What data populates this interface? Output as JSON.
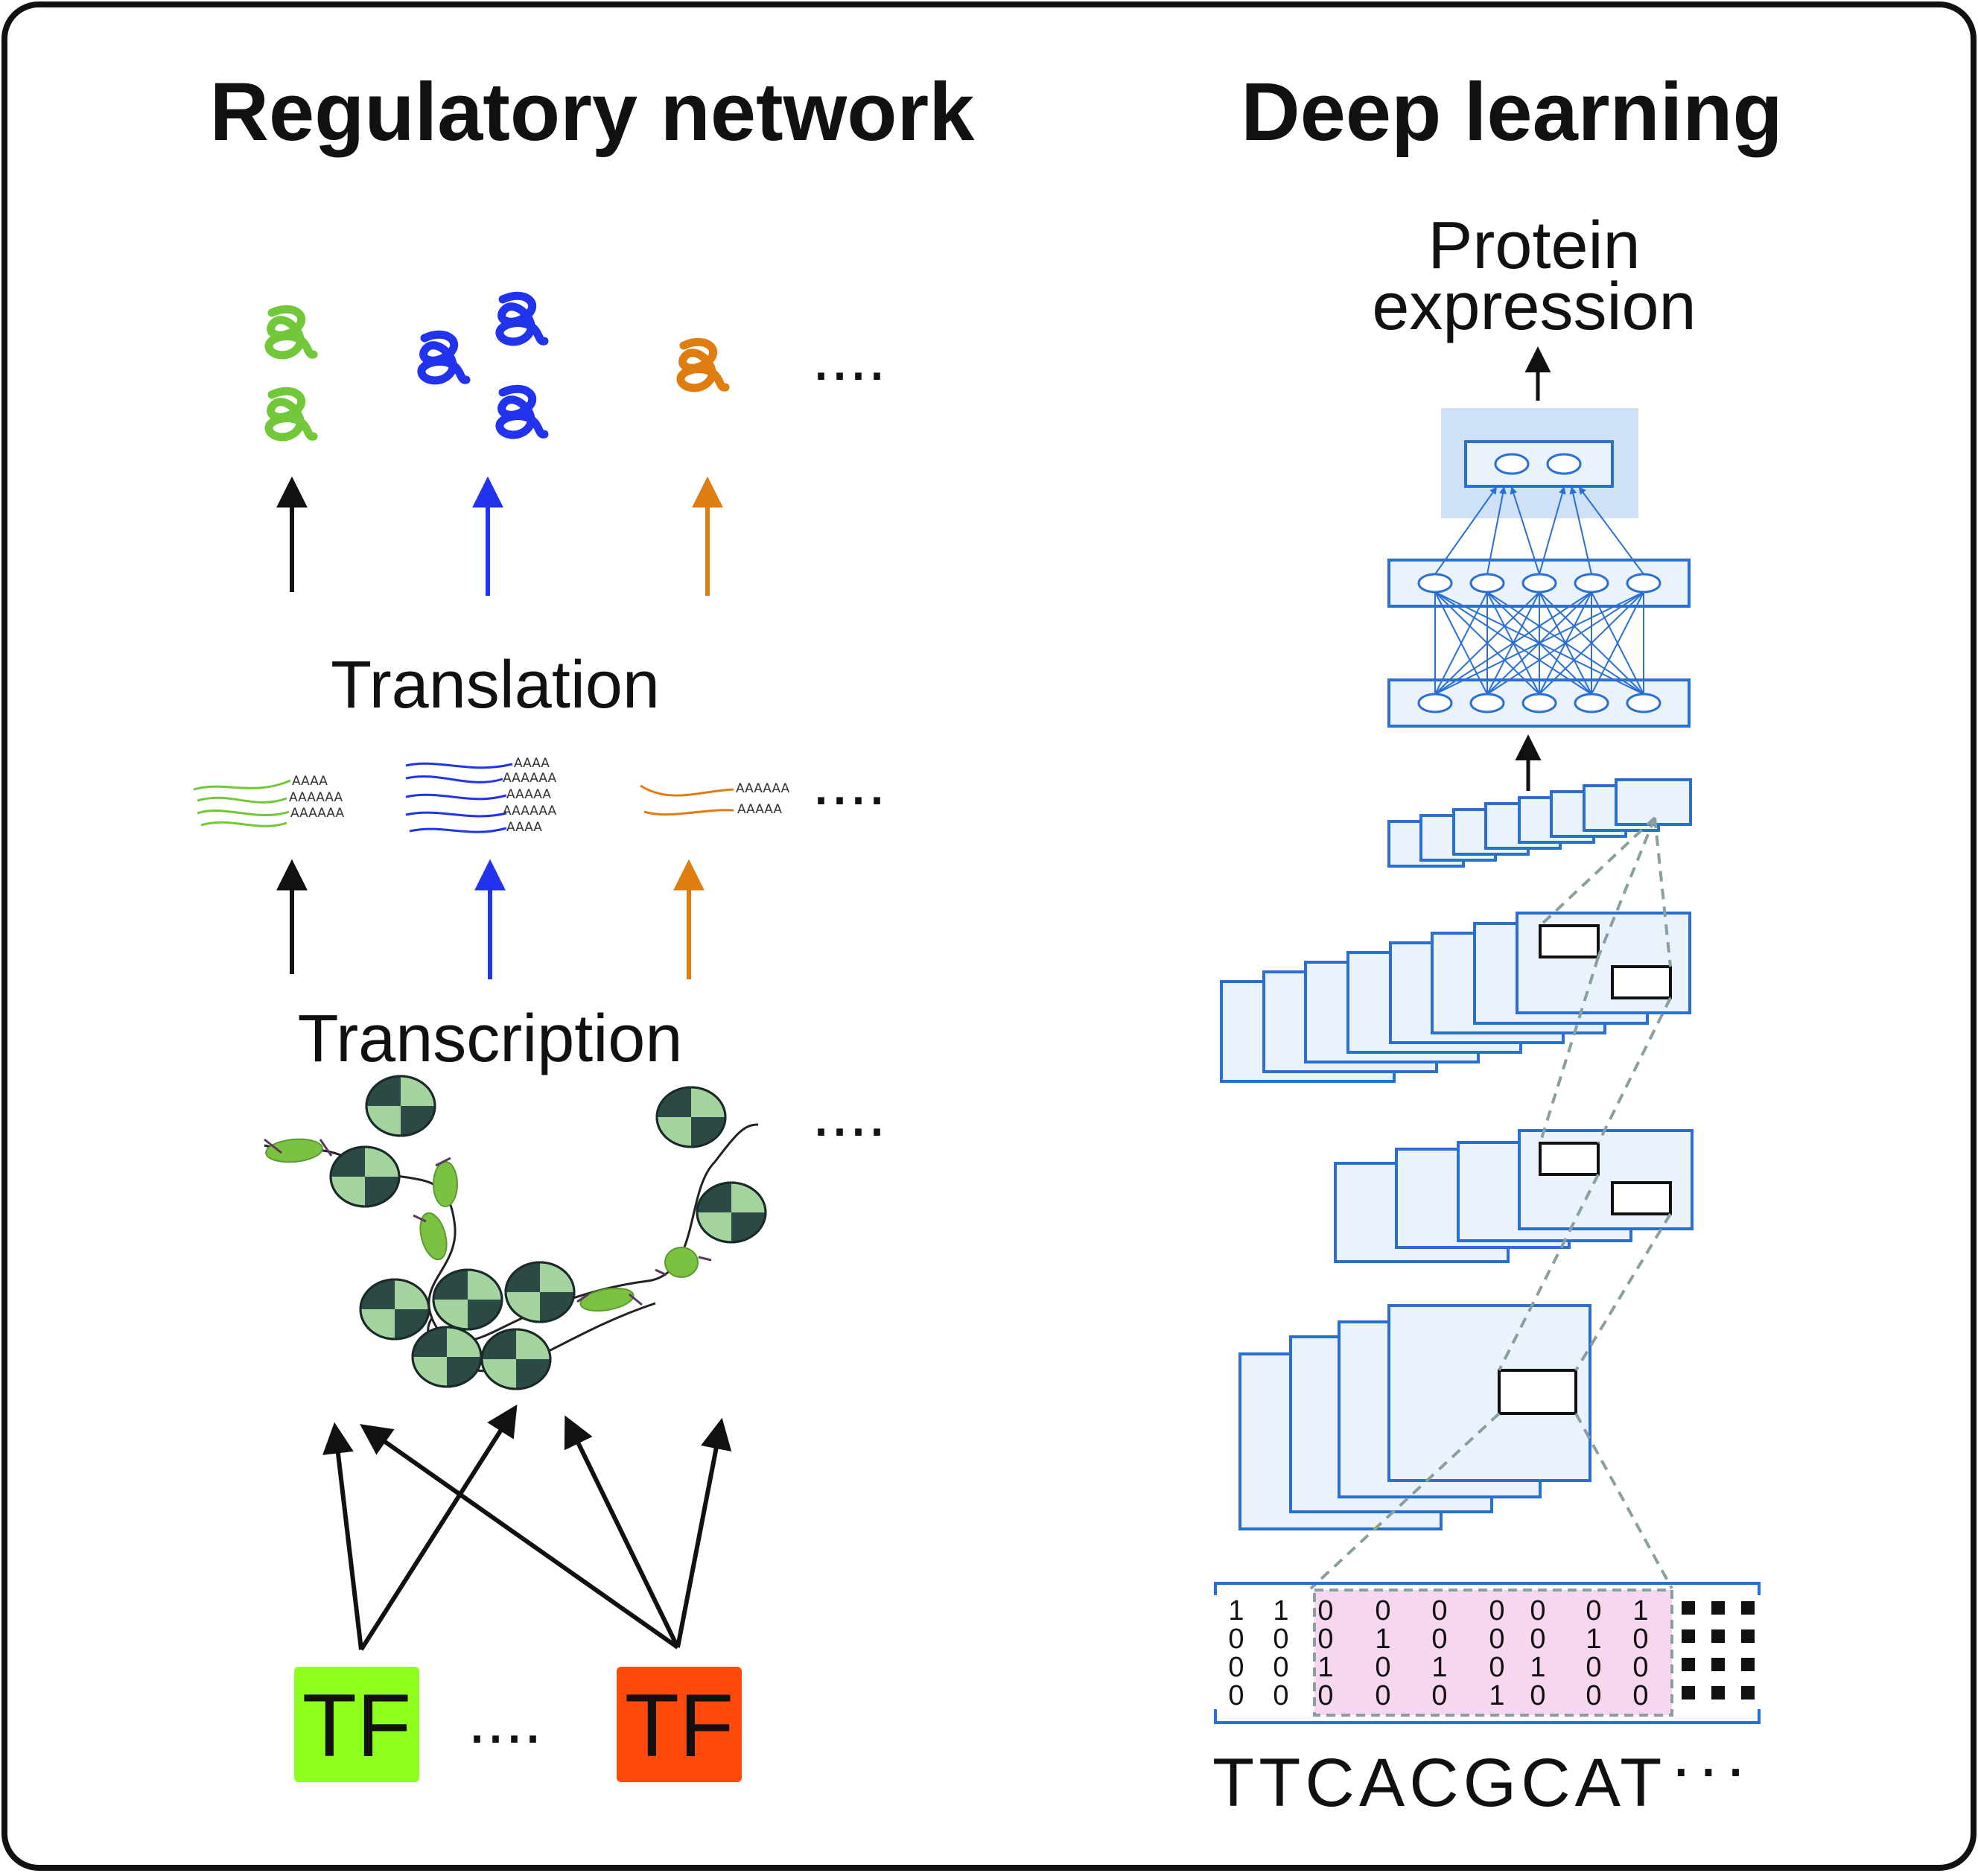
{
  "left_panel": {
    "title": "Regulatory network",
    "translation_label": "Translation",
    "transcription_label": "Transcription",
    "ellipsis": "....",
    "tf_left": "TF",
    "tf_right": "TF",
    "tf_ellipsis": "....",
    "poly_a_short": "AAAA",
    "poly_a_mid": "AAAAA",
    "poly_a_long": "AAAAAA",
    "colors": {
      "green": "#72c83a",
      "blue": "#2233ee",
      "orange": "#e07d10",
      "tf_left_bg": "#8fff1e",
      "tf_right_bg": "#ff4a0c",
      "nucleosome_dark": "#2b4a45",
      "nucleosome_light": "#a5d3a0"
    }
  },
  "right_panel": {
    "title": "Deep learning",
    "output_label_line1": "Protein",
    "output_label_line2": "expression",
    "sequence": "TTCACGCAT",
    "sequence_ellipsis": "···",
    "one_hot": [
      [
        "1",
        "1",
        "0",
        "0",
        "0",
        "0",
        "0",
        "0",
        "1"
      ],
      [
        "0",
        "0",
        "0",
        "1",
        "0",
        "0",
        "0",
        "1",
        "0"
      ],
      [
        "0",
        "0",
        "1",
        "0",
        "1",
        "0",
        "1",
        "0",
        "0"
      ],
      [
        "0",
        "0",
        "0",
        "0",
        "0",
        "1",
        "0",
        "0",
        "0"
      ]
    ],
    "colors": {
      "layer_stroke": "#2a6fd4",
      "layer_fill": "#eaf2fc",
      "output_highlight": "#cfe1f7",
      "window_fill": "#f7d6f0",
      "dash": "#8aa0a0"
    }
  }
}
